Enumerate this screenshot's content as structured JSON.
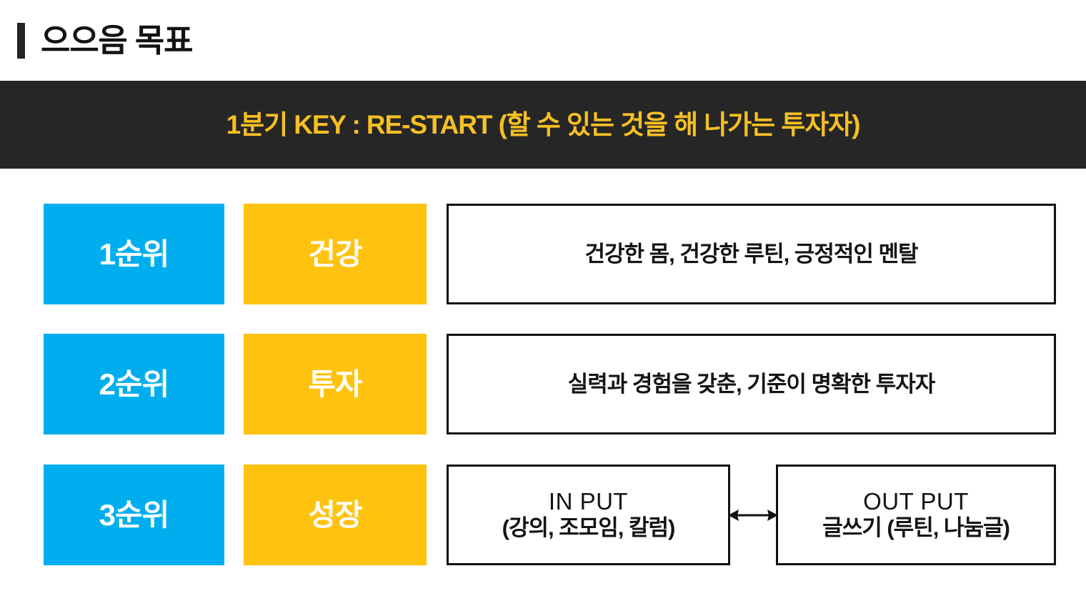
{
  "slide": {
    "title": "으으음 목표",
    "accent_bar_color": "#242424",
    "background_color": "#ffffff"
  },
  "key_banner": {
    "text": "1분기 KEY : RE-START (할 수 있는 것을 해 나가는 투자자)",
    "background_color": "#262626",
    "text_color": "#F5C024"
  },
  "palette": {
    "rank_box_color": "#00AEEF",
    "topic_box_color": "#FFC20E",
    "box_border_color": "#111111",
    "body_text_color": "#141414"
  },
  "priorities": [
    {
      "rank": "1순위",
      "topic": "건강",
      "description": "건강한 몸, 건강한 루틴, 긍정적인 멘탈"
    },
    {
      "rank": "2순위",
      "topic": "투자",
      "description": "실력과 경험을 갖춘, 기준이 명확한 투자자"
    },
    {
      "rank": "3순위",
      "topic": "성장",
      "input": {
        "title": "IN PUT",
        "subtitle": "(강의, 조모임, 칼럼)"
      },
      "output": {
        "title": "OUT PUT",
        "subtitle": "글쓰기 (루틴, 나눔글)"
      },
      "connector": "double-headed-arrow"
    }
  ]
}
